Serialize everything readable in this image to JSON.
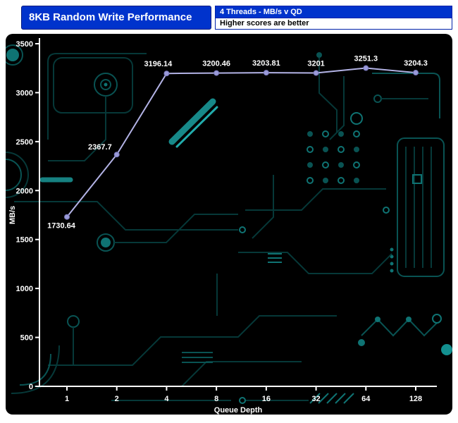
{
  "header": {
    "title": "8KB Random Write Performance",
    "subtitle_top": "4 Threads - MB/s v QD",
    "subtitle_bottom": "Higher scores are better"
  },
  "colors": {
    "header_blue": "#0033cc",
    "line": "#b3b3e6",
    "marker": "#9a9ad8",
    "marker_edge": "#7777bb",
    "axis": "#ffffff",
    "background": "#000000",
    "circuit_dim": "#0b5c5c",
    "circuit_bright": "#1fb3b3"
  },
  "chart_data": {
    "type": "line",
    "title": "8KB Random Write Performance",
    "subtitle": "4 Threads - MB/s v QD",
    "note": "Higher scores are better",
    "categories": [
      "1",
      "2",
      "4",
      "8",
      "16",
      "32",
      "64",
      "128"
    ],
    "series": [
      {
        "name": "4 Threads",
        "values": [
          1730.64,
          2367.7,
          3196.14,
          3200.46,
          3203.81,
          3201,
          3251.3,
          3204.3
        ]
      }
    ],
    "point_labels": [
      "1730.64",
      "2367.7",
      "3196.14",
      "3200.46",
      "3203.81",
      "3201",
      "3251.3",
      "3204.3"
    ],
    "xlabel": "Queue Depth",
    "ylabel": "MB/s",
    "ylim": [
      0,
      3500
    ],
    "y_ticks": [
      0,
      500,
      1000,
      1500,
      2000,
      2500,
      3000,
      3500
    ],
    "grid": false,
    "legend": "none"
  }
}
